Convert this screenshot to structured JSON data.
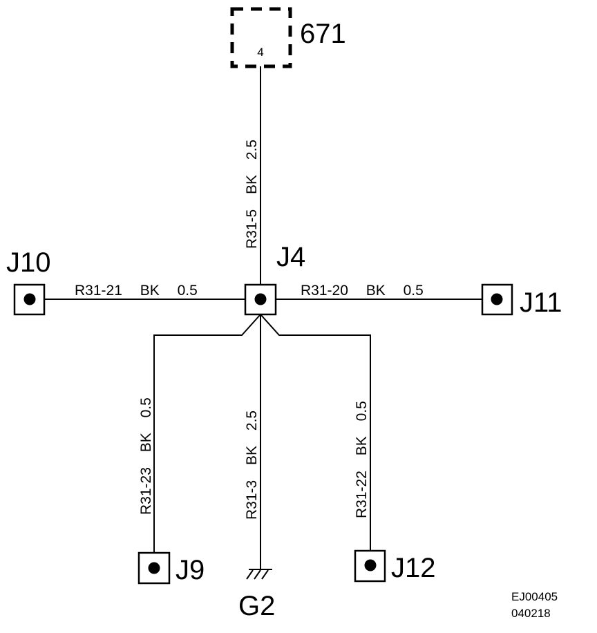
{
  "component": {
    "id": "671",
    "pin": "4"
  },
  "nodes": {
    "j4": "J4",
    "j10": "J10",
    "j11": "J11",
    "j9": "J9",
    "j12": "J12",
    "g2": "G2"
  },
  "wires": {
    "r31_5": {
      "id": "R31-5",
      "color": "BK",
      "size": "2.5"
    },
    "r31_21": {
      "id": "R31-21",
      "color": "BK",
      "size": "0.5"
    },
    "r31_20": {
      "id": "R31-20",
      "color": "BK",
      "size": "0.5"
    },
    "r31_23": {
      "id": "R31-23",
      "color": "BK",
      "size": "0.5"
    },
    "r31_3": {
      "id": "R31-3",
      "color": "BK",
      "size": "2.5"
    },
    "r31_22": {
      "id": "R31-22",
      "color": "BK",
      "size": "0.5"
    }
  },
  "footer": {
    "code": "EJ00405",
    "date": "040218"
  }
}
